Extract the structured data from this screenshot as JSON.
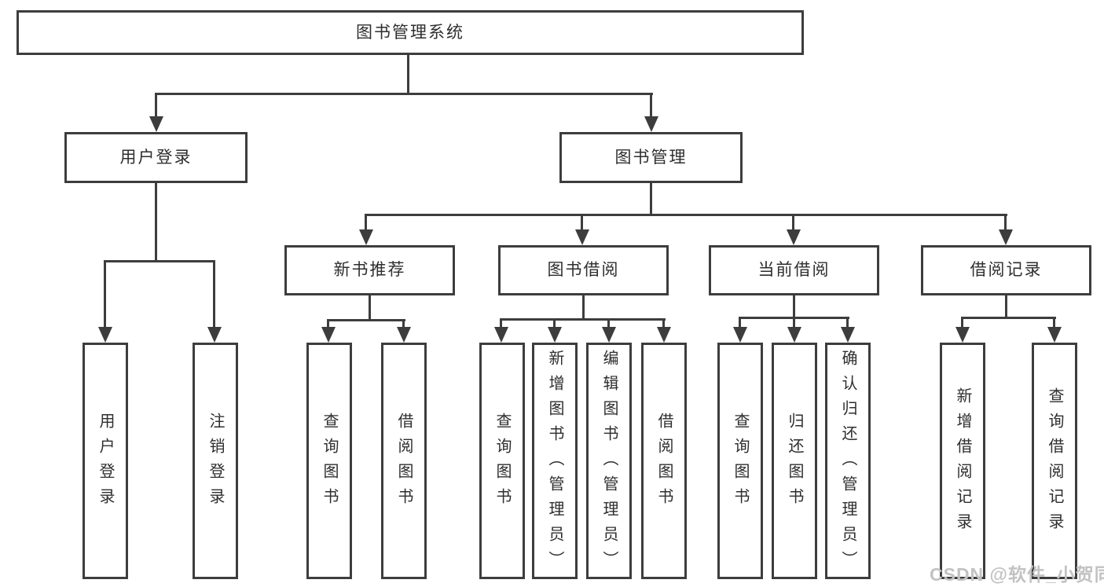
{
  "colors": {
    "line": "#3d3d3d",
    "text": "#2e2e2e",
    "background": "#ffffff",
    "watermark": "#c2c2c2"
  },
  "diagram": {
    "root_label": "图书管理系统",
    "level2": [
      {
        "label": "用户登录",
        "children": [
          {
            "label": "用户登录"
          },
          {
            "label": "注销登录"
          }
        ]
      },
      {
        "label": "图书管理"
      }
    ],
    "level3": [
      {
        "label": "新书推荐",
        "children": [
          {
            "label": "查询图书"
          },
          {
            "label": "借阅图书"
          }
        ]
      },
      {
        "label": "图书借阅",
        "children": [
          {
            "label": "查询图书"
          },
          {
            "label": "新增图书（管理员）"
          },
          {
            "label": "编辑图书（管理员）"
          },
          {
            "label": "借阅图书"
          }
        ]
      },
      {
        "label": "当前借阅",
        "children": [
          {
            "label": "查询图书"
          },
          {
            "label": "归还图书"
          },
          {
            "label": "确认归还（管理员）"
          }
        ]
      },
      {
        "label": "借阅记录",
        "children": [
          {
            "label": "新增借阅记录"
          },
          {
            "label": "查询借阅记录"
          }
        ]
      }
    ],
    "watermark": "CSDN @软件_小贺同学"
  }
}
